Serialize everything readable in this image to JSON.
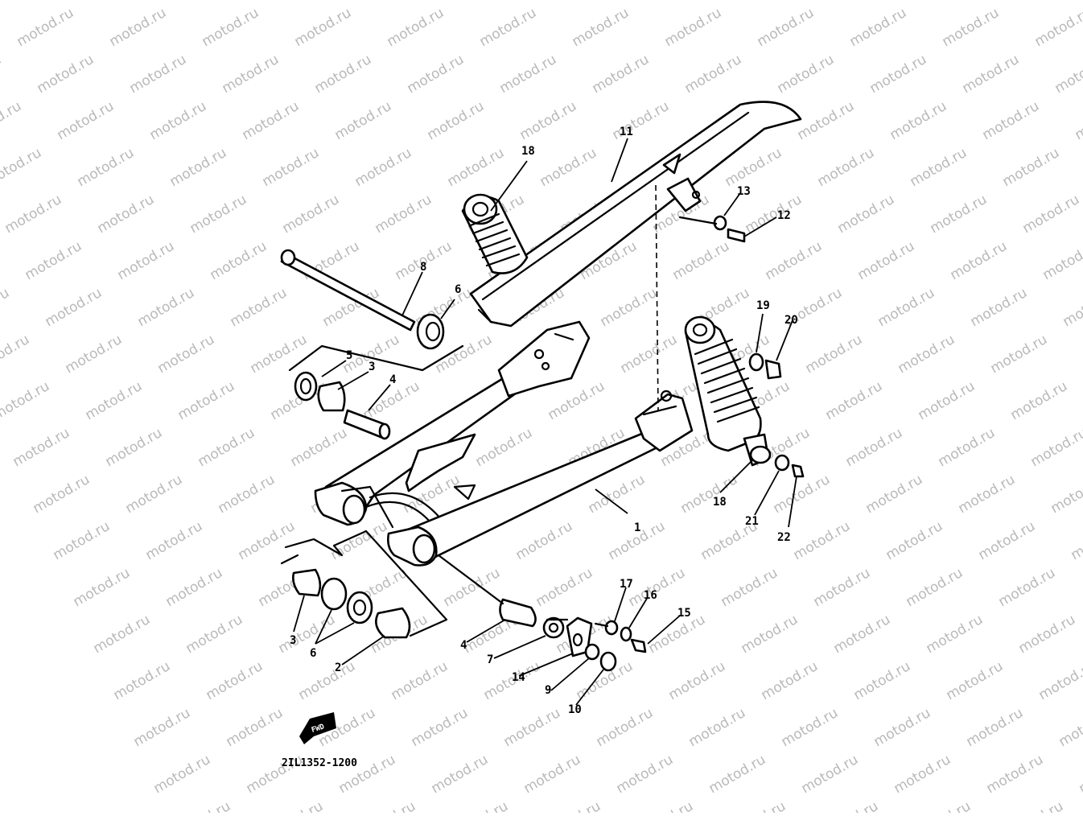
{
  "watermark": "motod.ru",
  "drawing_code": "2IL1352-1200",
  "fwd_badge": "FWD",
  "callouts": {
    "c1": "1",
    "c2": "2",
    "c3a": "3",
    "c3b": "3",
    "c4a": "4",
    "c4b": "4",
    "c5": "5",
    "c6a": "6",
    "c6b": "6",
    "c7": "7",
    "c8": "8",
    "c9": "9",
    "c10": "10",
    "c11": "11",
    "c12": "12",
    "c13": "13",
    "c14": "14",
    "c15": "15",
    "c16": "16",
    "c17": "17",
    "c18a": "18",
    "c18b": "18",
    "c19": "19",
    "c20": "20",
    "c21": "21",
    "c22": "22"
  }
}
